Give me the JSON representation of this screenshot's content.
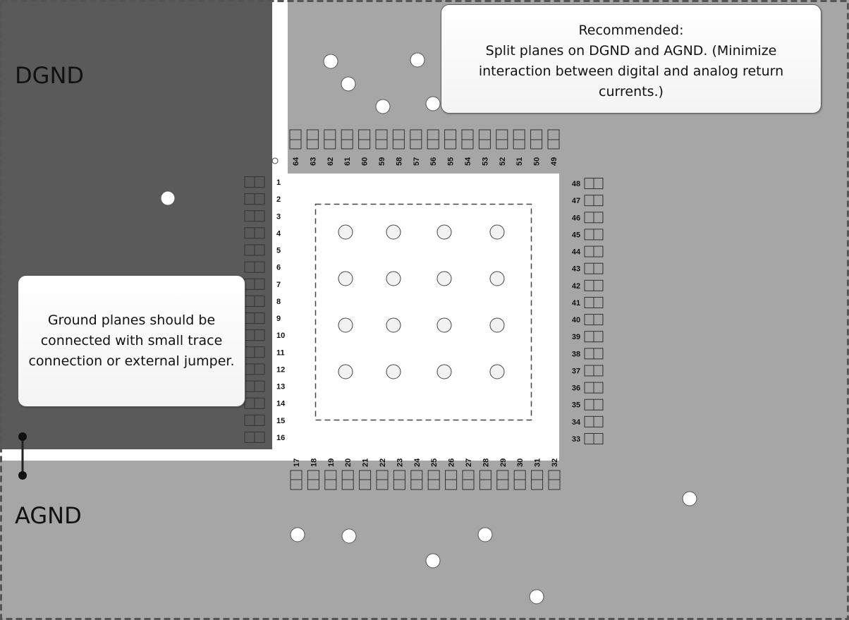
{
  "labels": {
    "dgnd": "DGND",
    "agnd": "AGND"
  },
  "callouts": {
    "recommended": {
      "lines": [
        "Recommended:",
        "Split planes on DGND and AGND. (Minimize",
        "interaction between digital and analog return",
        "currents.)"
      ]
    },
    "ground_connection": {
      "lines": [
        "Ground planes should be",
        "connected with small trace",
        "connection or external jumper."
      ]
    }
  },
  "pins": {
    "left": [
      "1",
      "2",
      "3",
      "4",
      "5",
      "6",
      "7",
      "8",
      "9",
      "10",
      "11",
      "12",
      "13",
      "14",
      "15",
      "16"
    ],
    "bottom": [
      "17",
      "18",
      "19",
      "20",
      "21",
      "22",
      "23",
      "24",
      "25",
      "26",
      "27",
      "28",
      "29",
      "30",
      "31",
      "32"
    ],
    "right": [
      "33",
      "34",
      "35",
      "36",
      "37",
      "38",
      "39",
      "40",
      "41",
      "42",
      "43",
      "44",
      "45",
      "46",
      "47",
      "48"
    ],
    "top": [
      "49",
      "50",
      "51",
      "52",
      "53",
      "54",
      "55",
      "56",
      "57",
      "58",
      "59",
      "60",
      "61",
      "62",
      "63",
      "64"
    ]
  },
  "colors": {
    "dgnd_plane": "#5a5a5a",
    "agnd_plane": "#a6a6a6",
    "chip_body": "#ffffff",
    "via_fill": "#f2f2f2"
  }
}
